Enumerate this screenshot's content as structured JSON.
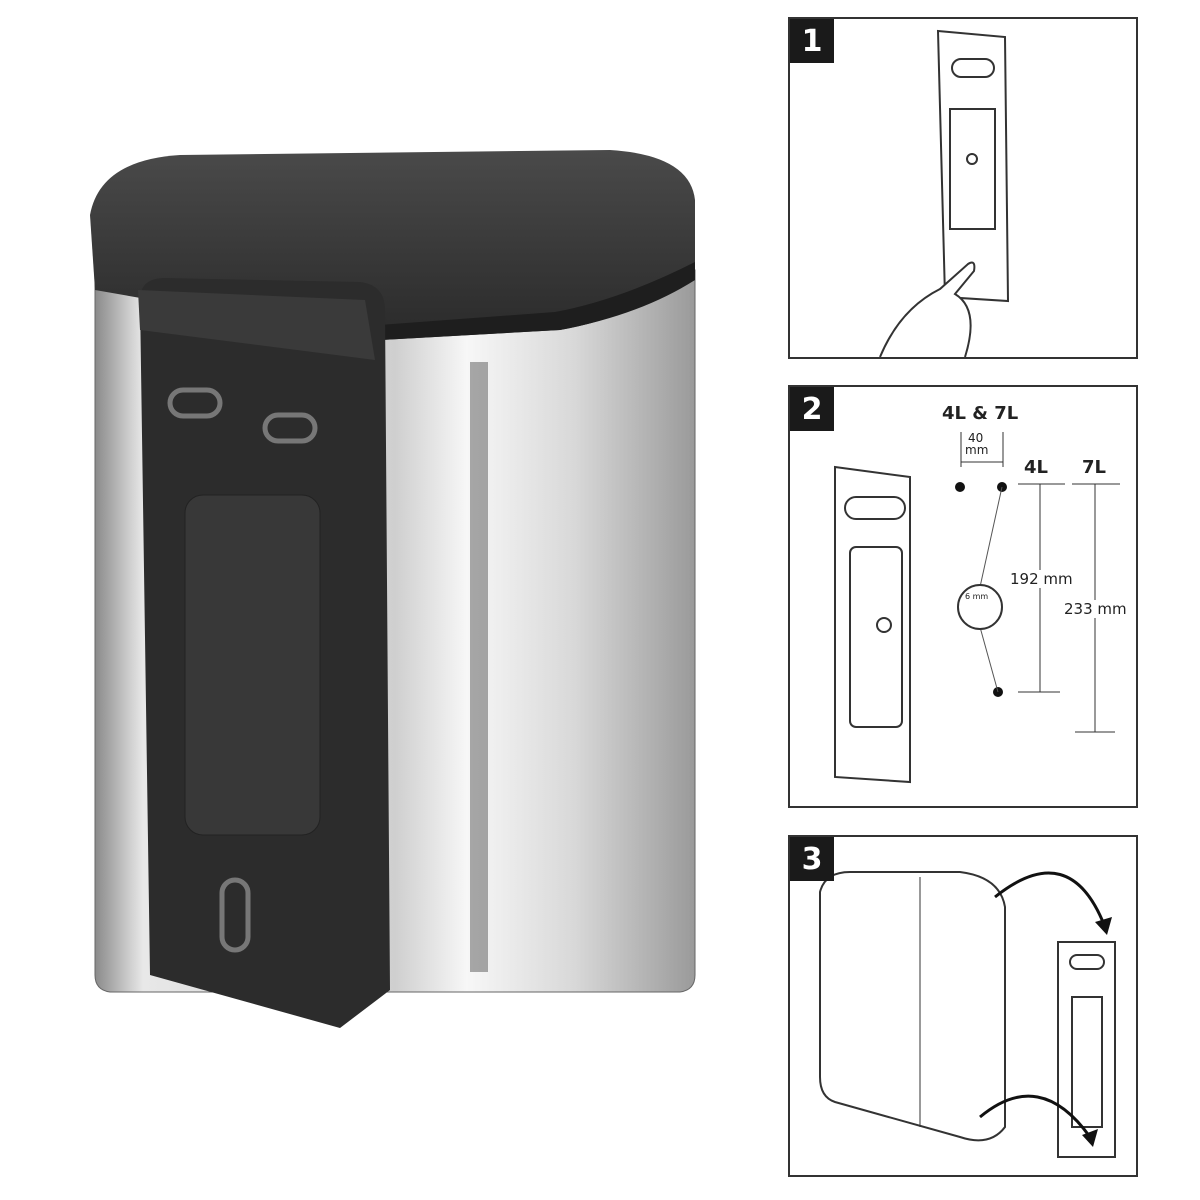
{
  "steps": [
    {
      "number": "1"
    },
    {
      "number": "2",
      "label_all": "4L & 7L",
      "spacing": "40",
      "spacing_unit": "mm",
      "label_4l": "4L",
      "label_7l": "7L",
      "height_4l": "192 mm",
      "height_7l": "233 mm",
      "drill": "6 mm"
    },
    {
      "number": "3"
    }
  ]
}
